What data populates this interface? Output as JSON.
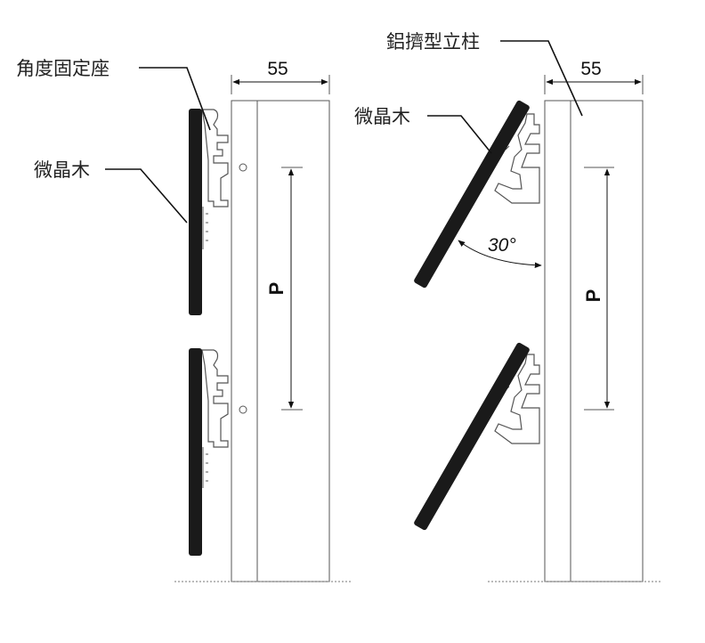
{
  "labels": {
    "angle_bracket": "角度固定座",
    "wood_left": "微晶木",
    "wood_right": "微晶木",
    "aluminum_post": "鋁擠型立柱"
  },
  "dimensions": {
    "width_left": "55",
    "width_right": "55",
    "pitch_left": "P",
    "pitch_right": "P",
    "angle": "30°"
  },
  "colors": {
    "slat": "#1a1a1a",
    "line": "#555555",
    "leader": "#111111"
  }
}
